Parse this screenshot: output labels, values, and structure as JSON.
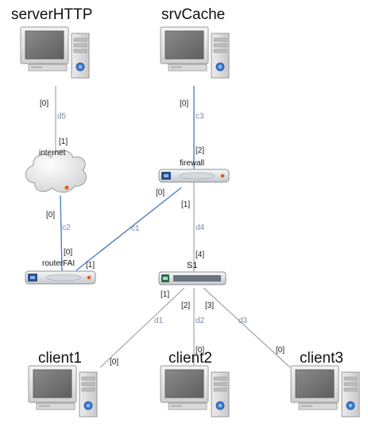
{
  "nodes": {
    "serverHTTP": {
      "label": "serverHTTP",
      "type": "computer-icon"
    },
    "srvCache": {
      "label": "srvCache",
      "type": "computer-icon"
    },
    "internet": {
      "label": "internet",
      "type": "cloud-icon"
    },
    "firewall": {
      "label": "firewall",
      "type": "router-icon"
    },
    "routerFAI": {
      "label": "routerFAI",
      "type": "router-icon"
    },
    "S1": {
      "label": "S1",
      "type": "switch-icon"
    },
    "client1": {
      "label": "client1",
      "type": "computer-icon"
    },
    "client2": {
      "label": "client2",
      "type": "computer-icon"
    },
    "client3": {
      "label": "client3",
      "type": "computer-icon"
    }
  },
  "links": {
    "d5": {
      "label": "d5",
      "from": "serverHTTP",
      "to": "internet",
      "port_from": "[0]",
      "port_to": "[1]"
    },
    "c3": {
      "label": "c3",
      "from": "srvCache",
      "to": "firewall",
      "port_from": "[0]",
      "port_to": "[2]"
    },
    "c2": {
      "label": "c2",
      "from": "internet",
      "to": "routerFAI",
      "port_from": "[0]",
      "port_to": "[0]"
    },
    "c1": {
      "label": "c1",
      "from": "firewall",
      "to": "routerFAI",
      "port_from": "[0]",
      "port_to": "[1]"
    },
    "d4": {
      "label": "d4",
      "from": "firewall",
      "to": "S1",
      "port_from": "[1]",
      "port_to": "[4]"
    },
    "d1": {
      "label": "d1",
      "from": "S1",
      "to": "client1",
      "port_from": "[1]",
      "port_to": "[0]"
    },
    "d2": {
      "label": "d2",
      "from": "S1",
      "to": "client2",
      "port_from": "[2]",
      "port_to": "[0]"
    },
    "d3": {
      "label": "d3",
      "from": "S1",
      "to": "client3",
      "port_from": "[3]",
      "port_to": "[0]"
    }
  },
  "colors": {
    "blue_link": "#4f7fbf",
    "gray_link": "#a6a6a6",
    "link_label": "#7a8aa8"
  }
}
